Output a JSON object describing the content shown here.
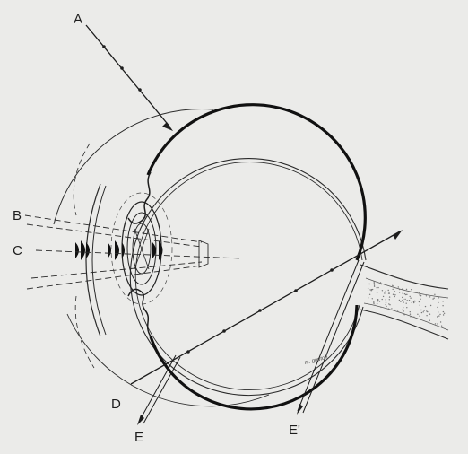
{
  "diagram": {
    "labels": {
      "a": "A",
      "b": "B",
      "c": "C",
      "d": "D",
      "e": "E",
      "e_prime": "E'"
    },
    "signature": "m. gouton"
  },
  "colors": {
    "background": "#ebebe9",
    "ink": "#1d1d1d",
    "stipple": "#777777"
  }
}
